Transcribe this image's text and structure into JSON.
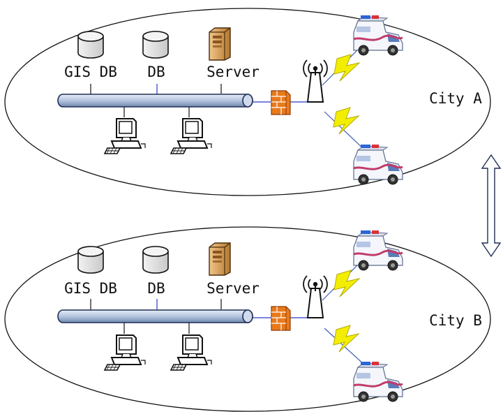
{
  "cities": [
    {
      "name": "City A",
      "nodes": {
        "gis_db": "GIS DB",
        "db": "DB",
        "server": "Server"
      }
    },
    {
      "name": "City B",
      "nodes": {
        "gis_db": "GIS DB",
        "db": "DB",
        "server": "Server"
      }
    }
  ],
  "colors": {
    "bus_fill": "#b9cbe6",
    "bus_stroke": "#1f2f55",
    "link_line": "#2b39c9",
    "wireless_link": "#3d5db2",
    "lightning": "#f3ee00",
    "firewall": "#e97a1c",
    "server_box": "#d8a05a",
    "ambulance_stripe": "#c23b6a"
  },
  "icons": [
    "database-icon",
    "server-icon",
    "computer-icon",
    "firewall-icon",
    "antenna-icon",
    "ambulance-icon",
    "lightning-icon",
    "bidirectional-arrow-icon"
  ]
}
